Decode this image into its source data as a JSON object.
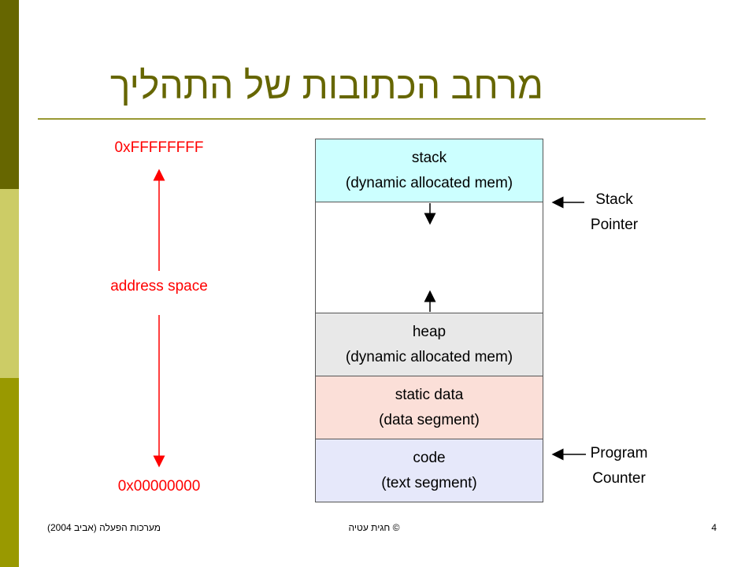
{
  "slide": {
    "title": "מרחב הכתובות של התהליך",
    "colors": {
      "sidebar_dark": "#666600",
      "sidebar_light": "#CCCC66",
      "sidebar_mid": "#999900",
      "title": "#666600",
      "address_red": "#FF0000"
    }
  },
  "address_axis": {
    "top_address": "0xFFFFFFFF",
    "label": "address space",
    "bottom_address": "0x00000000"
  },
  "segments": {
    "stack": {
      "line1": "stack",
      "line2": "(dynamic allocated mem)",
      "color": "#CCFFFF"
    },
    "heap": {
      "line1": "heap",
      "line2": "(dynamic allocated mem)",
      "color": "#E8E8E8"
    },
    "static_data": {
      "line1": "static data",
      "line2": "(data segment)",
      "color": "#FBDFD8"
    },
    "code": {
      "line1": "code",
      "line2": "(text segment)",
      "color": "#E6E8FA"
    }
  },
  "pointers": {
    "stack_pointer": {
      "line1": "Stack",
      "line2": "Pointer"
    },
    "program_counter": {
      "line1": "Program",
      "line2": "Counter"
    }
  },
  "footer": {
    "course": "מערכות הפעלה (אביב 2004)",
    "author": "© חגית עטיה",
    "page_number": "4"
  }
}
